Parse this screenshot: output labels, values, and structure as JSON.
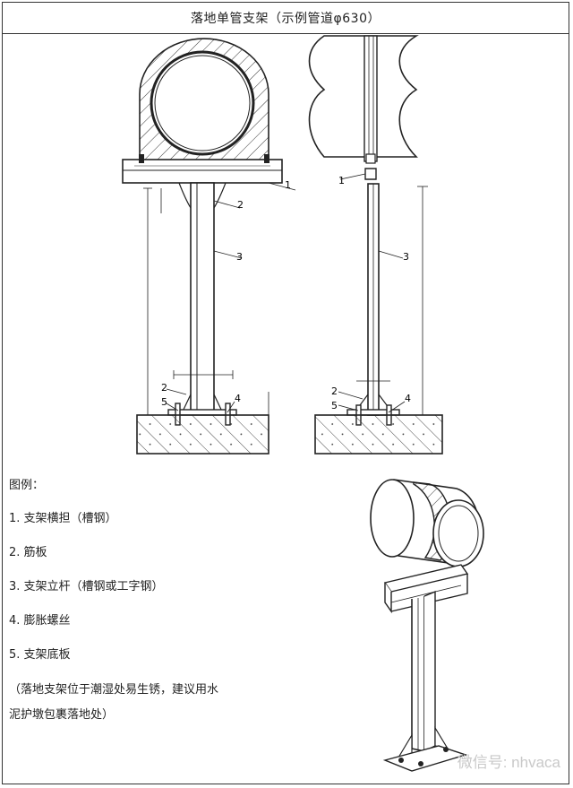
{
  "title": "落地单管支架（示例管道φ630）",
  "callouts": {
    "front": [
      "1",
      "2",
      "3",
      "2",
      "5",
      "4"
    ],
    "side": [
      "1",
      "3",
      "2",
      "5",
      "4"
    ]
  },
  "legend": {
    "heading": "图例：",
    "items": [
      "1. 支架横担（槽钢）",
      "2. 筋板",
      "3. 支架立杆（槽钢或工字钢）",
      "4. 膨胀螺丝",
      "5. 支架底板"
    ],
    "note_line1": "（落地支架位于潮湿处易生锈，建议用水",
    "note_line2": "泥护墩包裹落地处）"
  },
  "watermark": "微信号: nhvaca"
}
